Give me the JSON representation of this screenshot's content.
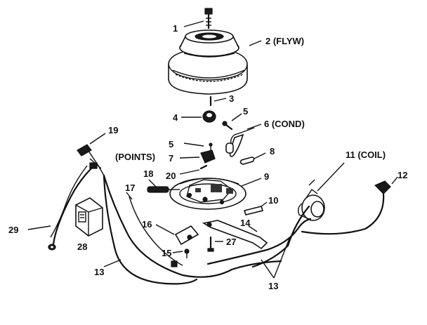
{
  "labels": {
    "p1": "1",
    "p2": "2 (FLYW)",
    "p3": "3",
    "p4": "4",
    "p5a": "5",
    "p5b": "5",
    "p6": "6 (COND)",
    "p7": "7",
    "points": "(POINTS)",
    "p8": "8",
    "p9": "9",
    "p10": "10",
    "p11": "11 (COIL)",
    "p12": "12",
    "p13a": "13",
    "p13b": "13",
    "p14": "14",
    "p15": "15",
    "p16": "16",
    "p17": "17",
    "p18": "18",
    "p19": "19",
    "p20": "20",
    "p27": "27",
    "p28": "28",
    "p29": "29"
  }
}
